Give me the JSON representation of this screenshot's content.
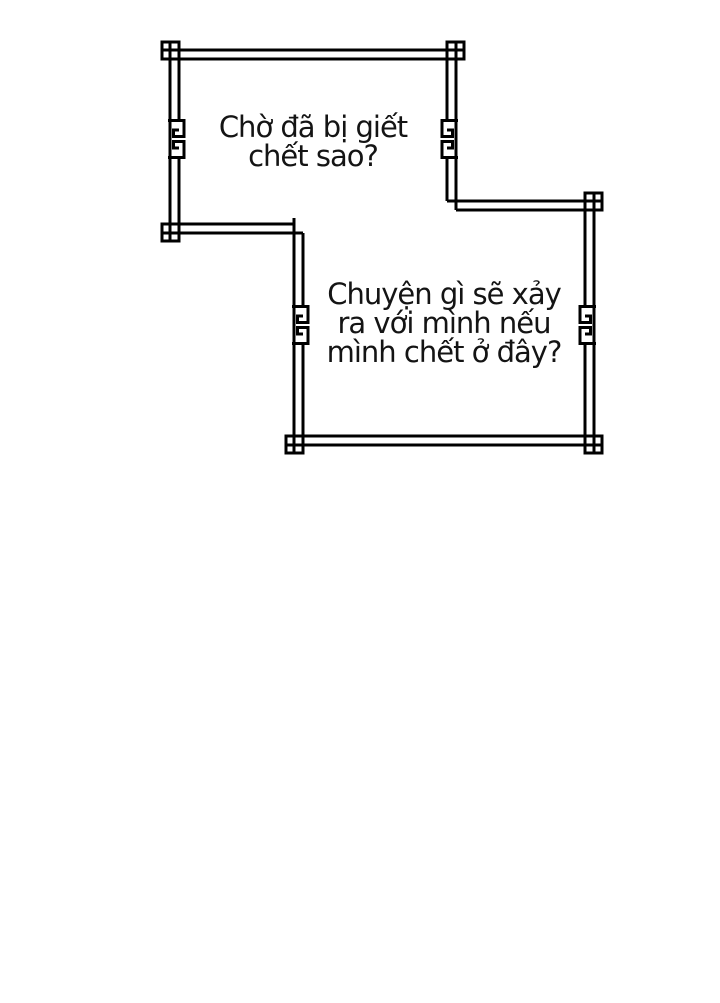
{
  "colors": {
    "ink": "#000000",
    "background": "#ffffff",
    "text": "#141414"
  },
  "bubbles": [
    {
      "name": "bubble-1",
      "lines": [
        "Chờ đã bị giết",
        "chết sao?"
      ]
    },
    {
      "name": "bubble-2",
      "lines": [
        "Chuyện gì sẽ xảy",
        "ra với mình nếu",
        "mình chết ở đây?"
      ]
    }
  ]
}
